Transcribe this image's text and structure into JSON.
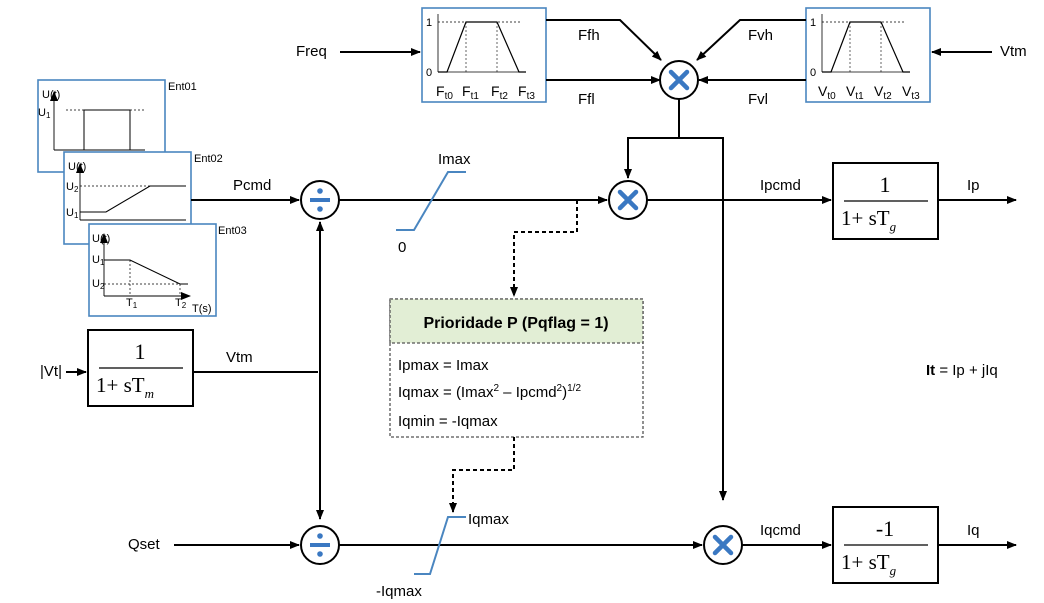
{
  "signals": {
    "freq": "Freq",
    "vtm_in": "Vtm",
    "vt_abs": "|Vt|",
    "qset": "Qset",
    "pcmd": "Pcmd",
    "vtm_mid": "Vtm",
    "ipcmd": "Ipcmd",
    "iqcmd": "Iqcmd",
    "ip": "Ip",
    "iq": "Iq",
    "ffh": "Ffh",
    "ffl": "Ffl",
    "fvh": "Fvh",
    "fvl": "Fvl"
  },
  "freq_block": {
    "one": "1",
    "zero": "0",
    "t0": "t0",
    "t1": "t1",
    "t2": "t2",
    "t3": "t3",
    "letter": "F"
  },
  "volt_block": {
    "one": "1",
    "zero": "0",
    "t0": "t0",
    "t1": "t1",
    "t2": "t2",
    "t3": "t3",
    "letter": "V"
  },
  "limiter_p": {
    "upper": "Imax",
    "lower": "0"
  },
  "limiter_q": {
    "upper": "Iqmax",
    "lower": "-Iqmax"
  },
  "tf_vt": {
    "num": "1",
    "den_prefix": "1+ sT",
    "den_sub": "m"
  },
  "tf_ip": {
    "num": "1",
    "den_prefix": "1+ sT",
    "den_sub": "g"
  },
  "tf_iq": {
    "num": "-1",
    "den_prefix": "1+ sT",
    "den_sub": "g"
  },
  "priority": {
    "title": "Prioridade P (Pqflag = 1)",
    "line1": "Ipmax = Imax",
    "line2_a": "Iqmax = (Imax",
    "line2_sup1": "2",
    "line2_b": " – Ipcmd",
    "line2_sup2": "2",
    "line2_c": ")",
    "line2_sup3": "1/2",
    "line3": "Iqmin = -Iqmax"
  },
  "it_eq": {
    "bold": "It",
    "rest": " = Ip + jIq"
  },
  "inputs": {
    "ent01": {
      "tag": "Ent01",
      "y_label": "U(t)",
      "u1": "U",
      "u1_sub": "1"
    },
    "ent02": {
      "tag": "Ent02",
      "y_label": "U(t)",
      "u2": "U",
      "u2_sub": "2",
      "u1": "U",
      "u1_sub": "1"
    },
    "ent03": {
      "tag": "Ent03",
      "y_label": "U(t)",
      "u1": "U",
      "u1_sub": "1",
      "u2": "U",
      "u2_sub": "2",
      "t1": "T",
      "t1_sub": "1",
      "t2": "T",
      "t2_sub": "2",
      "x_label": "T(s)"
    }
  },
  "colors": {
    "block_border": "#4a86c0",
    "multiplier_x": "#3a78c2",
    "priority_header": "#e2eed5",
    "line": "#000000"
  }
}
